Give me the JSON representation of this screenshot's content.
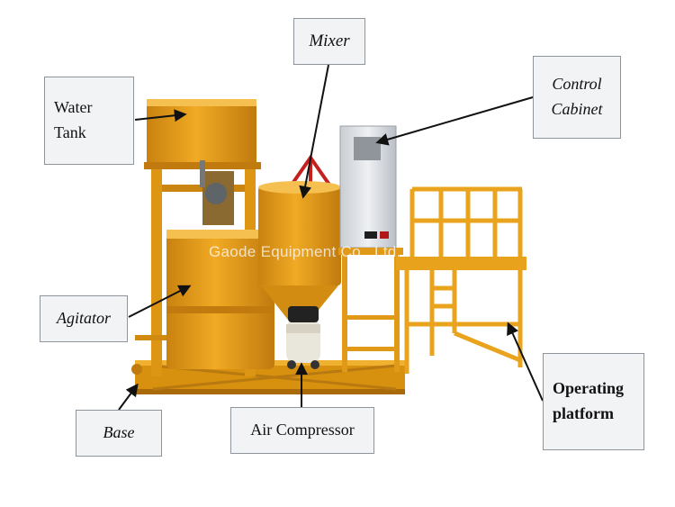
{
  "watermark": "Gaode Equipment Co., Ltd.",
  "labels": {
    "water_tank": [
      "Water",
      "Tank"
    ],
    "mixer": "Mixer",
    "control_cabinet": [
      "Control",
      "Cabinet"
    ],
    "agitator": "Agitator",
    "base": "Base",
    "air_compressor": "Air Compressor",
    "operating_platform": [
      "Operating",
      "platform"
    ]
  },
  "colors": {
    "machine_body": "#e89f1a",
    "machine_shadow": "#b8740f",
    "cabinet": "#dde1e6",
    "label_bg": "#f2f3f5",
    "arrow": "#111111"
  }
}
